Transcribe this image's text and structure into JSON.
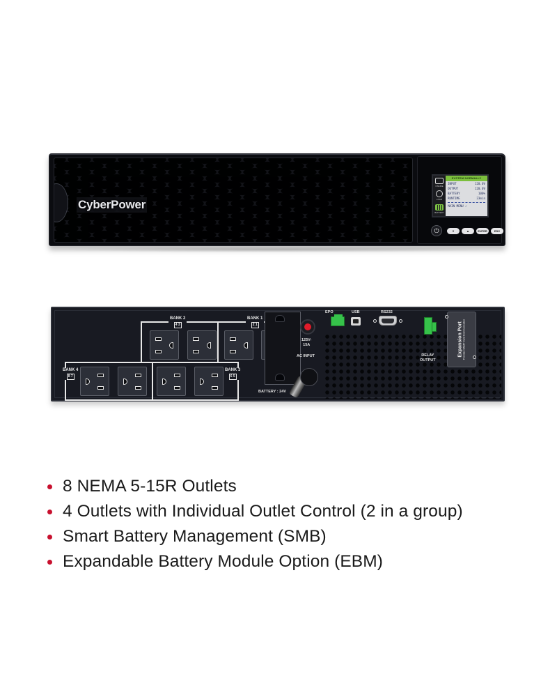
{
  "front_unit": {
    "brand": "CyberPower",
    "lcd": {
      "header": "SYSTEM NORMALLY",
      "side_icons": [
        {
          "icon": "plug-icon",
          "label": "ONLINE"
        },
        {
          "icon": "load-gauge-icon",
          "label": "LOAD"
        },
        {
          "icon": "battery-icon",
          "label": "BATTERY"
        }
      ],
      "rows": [
        {
          "label": "INPUT",
          "value": "120.0V"
        },
        {
          "label": "OUTPUT",
          "value": "120.0V"
        },
        {
          "label": "BATTERY",
          "value": "100%"
        },
        {
          "label": "RUNTIME",
          "value": "23min"
        }
      ],
      "menu": "MAIN MENU  ✓"
    },
    "buttons": {
      "power": "⏻",
      "down": "▼",
      "up": "▲",
      "enter": "ENTER",
      "esc": "ESC"
    }
  },
  "rear_unit": {
    "banks": [
      {
        "name": "BANK 2",
        "outlets": "4 3"
      },
      {
        "name": "BANK 1",
        "outlets": "2 1"
      },
      {
        "name": "BANK 4",
        "outlets": "8 7"
      },
      {
        "name": "BANK 3",
        "outlets": "6 5"
      }
    ],
    "breaker_label": "125V-\n15A",
    "ac_input_label": "AC INPUT",
    "battery_label": "BATTERY : 24V",
    "ports": {
      "epo": "EPO",
      "usb": "USB",
      "rs232": "RS232",
      "relay": "RELAY\nOUTPUT"
    },
    "expansion_port": {
      "title": "Expansion Port",
      "subtitle": "Provides SNMP Card Communication"
    }
  },
  "features": {
    "bullet_color": "#c8102e",
    "items": [
      "8 NEMA 5-15R Outlets",
      "4 Outlets with Individual Outlet Control (2 in a group)",
      "Smart Battery Management (SMB)",
      "Expandable Battery Module Option (EBM)"
    ]
  }
}
